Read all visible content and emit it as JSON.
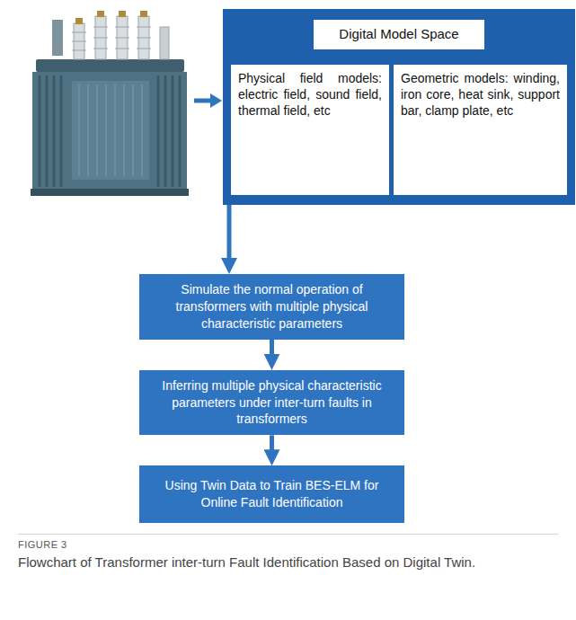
{
  "diagram": {
    "caption": "Flowchart of Transformer inter-turn Fault Identification Based on Digital Twin.",
    "nodes": [
      {
        "text": [
          "Digital Model Space"
        ]
      },
      {
        "text": [
          "Physical field models: electric field, sound field, thermal field, etc"
        ],
        "in": 0
      },
      {
        "text": [
          "Geometric models: winding, iron core, heat sink, support bar, clamp plate, etc"
        ],
        "in": 0
      },
      {
        "text": [
          "Simulate the normal operation of transformers with multiple physical characteristic parameters"
        ]
      },
      {
        "text": [
          "Inferring multiple physical characteristic parameters under inter-turn faults in transformers"
        ]
      },
      {
        "text": [
          "Using Twin Data to Train BES-ELM for Online Fault Identification"
        ]
      }
    ],
    "edges": [
      {
        "from": 0,
        "to": 3,
        "arrow": "to"
      },
      {
        "from": 3,
        "to": 4,
        "arrow": "to"
      },
      {
        "from": 4,
        "to": 5,
        "arrow": "to"
      }
    ],
    "labels": [
      "FIGURE 3"
    ]
  }
}
